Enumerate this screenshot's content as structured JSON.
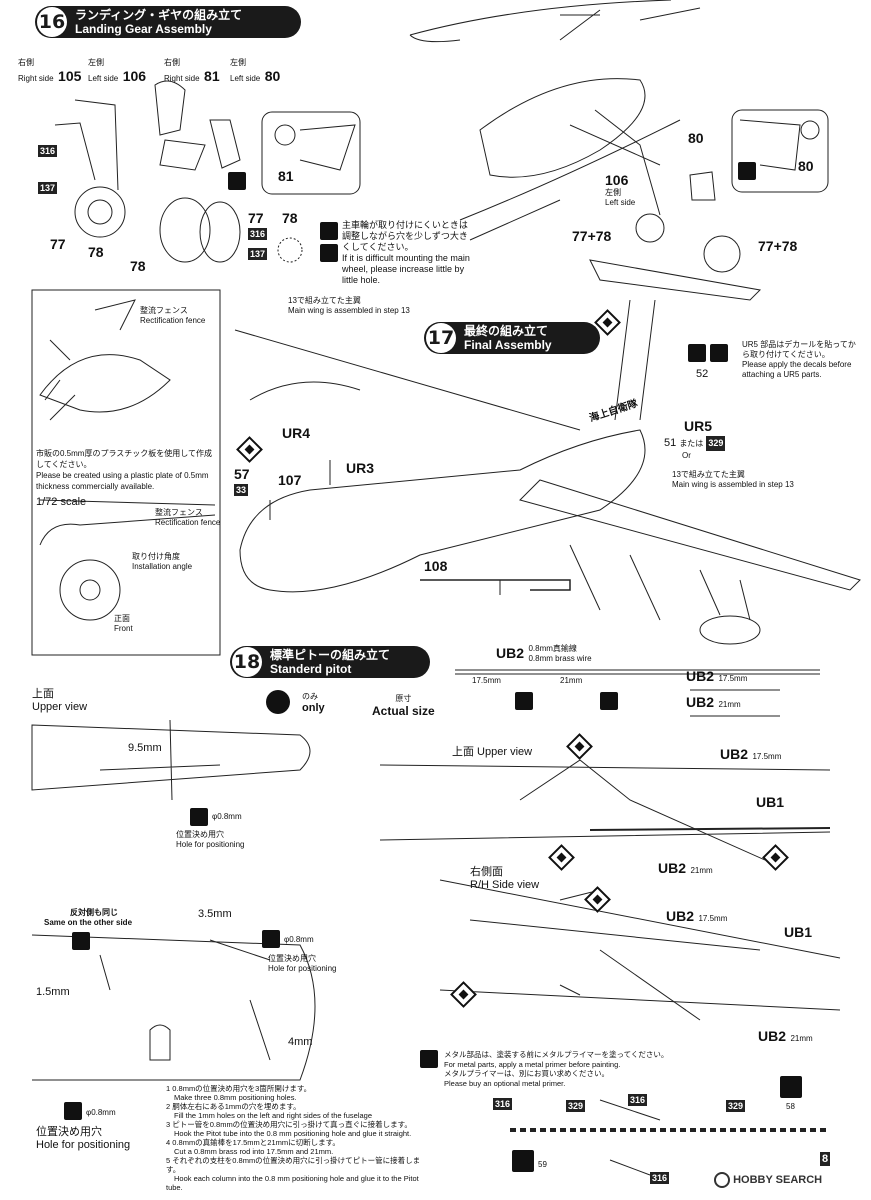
{
  "step16": {
    "num": "16",
    "title_jp": "ランディング・ギヤの組み立て",
    "title_en": "Landing Gear Assembly",
    "r105_jp": "右側",
    "r105_en": "Right side",
    "r105": "105",
    "l106_jp": "左側",
    "l106_en": "Left side",
    "l106": "106",
    "r81_jp": "右側",
    "r81_en": "Right side",
    "r81": "81",
    "l80_jp": "左側",
    "l80_en": "Left side",
    "l80": "80",
    "p316": "316",
    "p137": "137",
    "p77a": "77",
    "p78a": "78",
    "p78b": "78",
    "p81": "81",
    "p77b": "77",
    "p78c": "78",
    "p316b": "316",
    "p137b": "137",
    "note_jp": "主車輪が取り付けにくいときは調整しながら穴を少しずつ大きくしてください。",
    "note_en": "If it is difficult mounting the main wheel, please increase little by little hole.",
    "p80a": "80",
    "p80b": "80",
    "p106": "106",
    "p106_jp": "左側",
    "p106_en": "Left side",
    "p7778a": "77+78",
    "p7778b": "77+78"
  },
  "fence": {
    "label_jp": "整流フェンス",
    "label_en": "Rectification fence",
    "note_jp": "市販の0.5mm厚のプラスチック板を使用して作成してください。",
    "note_en": "Please be created using a plastic plate of 0.5mm thickness commercially available.",
    "scale": "1/72 scale",
    "label2_jp": "整流フェンス",
    "label2_en": "Rectification fence",
    "angle_jp": "取り付け角度",
    "angle_en": "Installation angle",
    "front_jp": "正面",
    "front_en": "Front"
  },
  "step17": {
    "num": "17",
    "title_jp": "最終の組み立て",
    "title_en": "Final Assembly",
    "wing13a_jp": "で組み立てた主翼",
    "wing13a_en": "Main wing is assembled in step",
    "wing13b_jp": "で組み立てた主翼",
    "wing13b_en": "Main wing is assembled in step",
    "step13": "13",
    "ur5_jp": "UR5 部品はデカールを貼ってから取り付けてください。",
    "ur5_en": "Please apply the decals before attaching a UR5 parts.",
    "p52": "52",
    "ur5": "UR5",
    "p51": "51",
    "or_jp": "または",
    "or_en": "Or",
    "p329": "329",
    "ur4": "UR4",
    "ur3": "UR3",
    "p57": "57",
    "p107": "107",
    "p33": "33",
    "p108": "108",
    "hull_text": "海上自衛隊"
  },
  "step18": {
    "num": "18",
    "title_jp": "標準ピトーの組み立て",
    "title_en": "Standerd pitot",
    "only_jp": "のみ",
    "only_en": "only",
    "actual_jp": "原寸",
    "actual_en": "Actual size",
    "ub2": "UB2",
    "wire_jp": "0.8mm真鍮線",
    "wire_en": "0.8mm brass wire",
    "len175": "17.5mm",
    "len21": "21mm",
    "ub2_175": "UB2",
    "mm175": "17.5mm",
    "ub2_21": "UB2",
    "mm21": "21mm",
    "upper_jp": "上面",
    "upper_en": "Upper view",
    "dim95": "9.5mm",
    "phi08": "φ0.8mm",
    "hole_jp": "位置決め用穴",
    "hole_en": "Hole for positioning",
    "upper2": "上面  Upper view",
    "ub2c": "UB2",
    "mm175c": "17.5mm",
    "ub1": "UB1",
    "ub2d": "UB2",
    "mm21d": "21mm",
    "rh_jp": "右側面",
    "rh_en": "R/H Side view",
    "ub2e": "UB2",
    "mm175e": "17.5mm",
    "ub1b": "UB1",
    "ub2f": "UB2",
    "mm21f": "21mm",
    "same_jp": "反対側も同じ",
    "same_en": "Same on the other side",
    "dim35": "3.5mm",
    "dim15": "1.5mm",
    "dim4": "4mm",
    "hole2_jp": "位置決め用穴",
    "hole2_en": "Hole for positioning",
    "phi08b": "φ0.8mm",
    "hole3_jp": "位置決め用穴",
    "hole3_en": "Hole for positioning",
    "phi08c": "φ0.8mm",
    "instructions": [
      {
        "n": "1",
        "jp": "0.8mmの位置決め用穴を3箇所開けます。",
        "en": "Make three 0.8mm positioning holes."
      },
      {
        "n": "2",
        "jp": "胴体左右にある1mmの穴を埋めます。",
        "en": "Fill the 1mm holes on the left and right sides of the fuselage"
      },
      {
        "n": "3",
        "jp": "ピトー管を0.8mmの位置決め用穴に引っ掛けて真っ直ぐに接着します。",
        "en": "Hook the Pitot tube into the 0.8 mm positioning hole and glue it straight."
      },
      {
        "n": "4",
        "jp": "0.8mmの真鍮棒を17.5mmと21mmに切断します。",
        "en": "Cut a 0.8mm brass rod into 17.5mm and 21mm."
      },
      {
        "n": "5",
        "jp": "それぞれの支柱を0.8mmの位置決め用穴に引っ掛けてピトー管に接着します。",
        "en": "Hook each column into the 0.8 mm positioning hole and glue it to the Pitot tube."
      }
    ],
    "metal_jp": "メタル部品は、塗装する前にメタルプライマーを塗ってください。",
    "metal_en": "For metal parts, apply a metal primer before painting.",
    "primer_jp": "メタルプライマーは、別にお買い求めください。",
    "primer_en": "Please buy an optional metal primer.",
    "c316a": "316",
    "c329a": "329",
    "c316b": "316",
    "c329b": "329",
    "c58": "58",
    "c59": "59",
    "c316c": "316",
    "c8": "8"
  },
  "watermark": "HOBBY SEARCH"
}
